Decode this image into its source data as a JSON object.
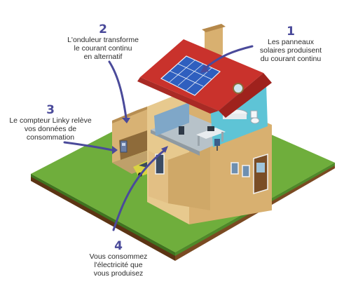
{
  "steps": [
    {
      "number": "1",
      "lines": [
        "Les panneaux",
        "solaires produisent",
        "du courant continu"
      ]
    },
    {
      "number": "2",
      "lines": [
        "L'onduleur transforme",
        "le courant continu",
        "en alternatif"
      ]
    },
    {
      "number": "3",
      "lines": [
        "Le compteur Linky relève",
        "vos données de",
        "consommation"
      ]
    },
    {
      "number": "4",
      "lines": [
        "Vous consommez",
        "l'électricité que",
        "vous produisez"
      ]
    }
  ],
  "colors": {
    "arrow": "#4a4a9a",
    "grass_top": "#6fae3c",
    "grass_side": "#4e8a2a",
    "soil": "#7a4a22",
    "wall": "#e7c98e",
    "wall_shadow": "#c9a56a",
    "roof": "#c9322c",
    "solar_panel": "#2f5fbf",
    "bathroom": "#5ec4d6"
  },
  "icons": [
    "solar-panel-icon",
    "inverter-icon",
    "linky-meter-icon",
    "car-icon",
    "bathtub-icon",
    "toilet-icon",
    "desk-icon",
    "chair-icon",
    "door-icon"
  ]
}
